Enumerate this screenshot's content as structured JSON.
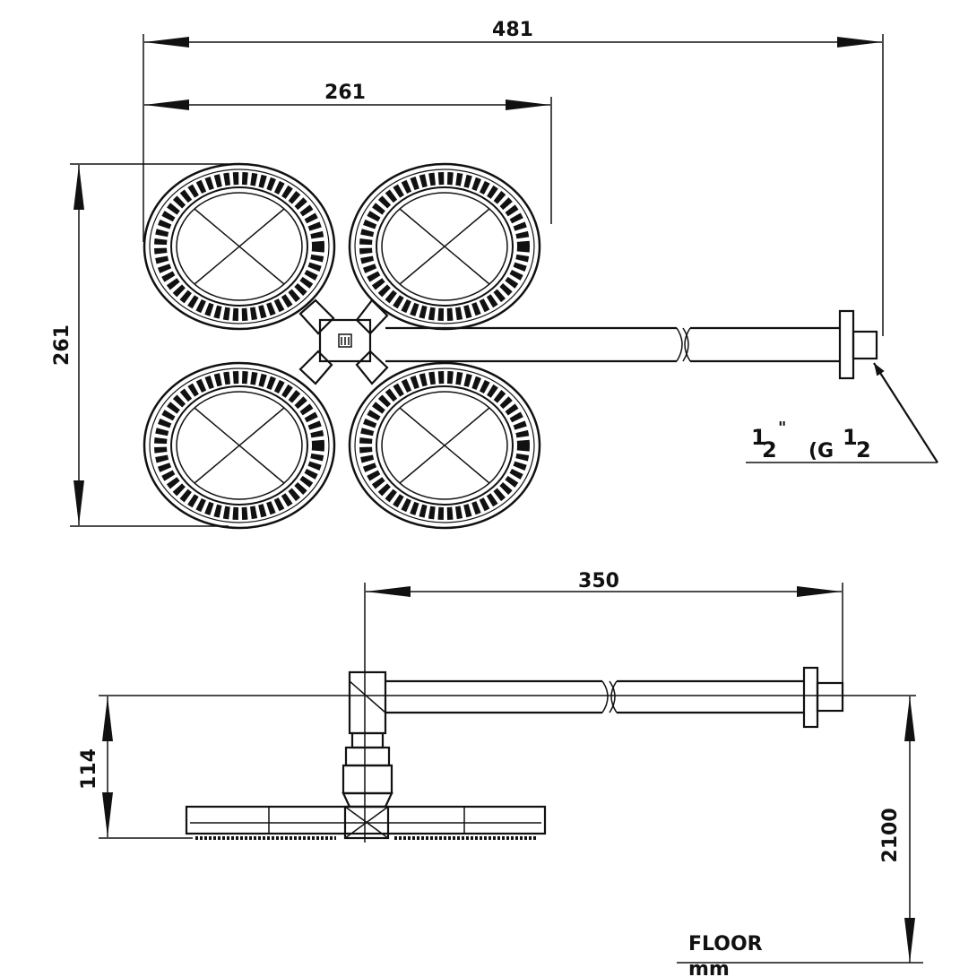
{
  "drawing": {
    "top_view": {
      "overall_width": "481",
      "head_width": "261",
      "head_height": "261",
      "thread_fraction_num": "1",
      "thread_fraction_den": "2",
      "thread_inch_mark": "\"",
      "thread_g_prefix": "(G",
      "thread_g_num": "1",
      "thread_g_den": "2"
    },
    "side_view": {
      "arm_length": "350",
      "head_drop": "114",
      "height_from_floor": "2100",
      "floor_label": "FLOOR",
      "unit_label": "mm"
    },
    "line_color": "#111111"
  }
}
